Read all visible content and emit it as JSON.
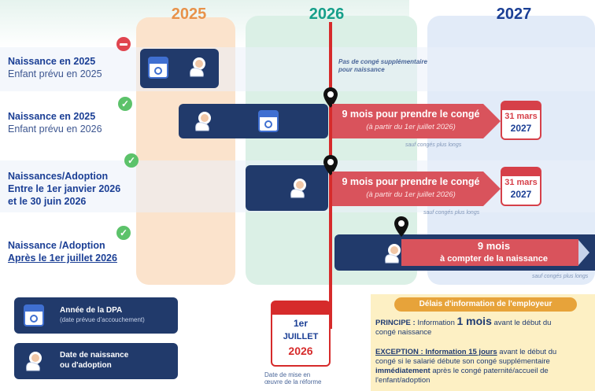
{
  "years": [
    "2025",
    "2026",
    "2027"
  ],
  "rows": [
    {
      "title": "Naissance en 2025",
      "subtitle": "Enfant prévu en 2025",
      "status": "no-entry-icon"
    },
    {
      "title": "Naissance en 2025",
      "subtitle": "Enfant prévu en 2026",
      "status": "check-icon"
    },
    {
      "title": "Naissances/Adoption",
      "line2": "Entre le 1er janvier 2026",
      "line3": "et le 30 juin 2026",
      "status": "check-icon"
    },
    {
      "title": "Naissance /Adoption",
      "line2": "Après le 1er juillet 2026",
      "status": "check-icon"
    }
  ],
  "row1_note_a": "Pas de congé supplémentaire",
  "row1_note_b": "pour naissance",
  "arrow_main": "9 mois pour prendre le congé",
  "arrow_sub": "(à partir du 1er juillet 2026)",
  "end_day": "31 mars",
  "end_year": "2027",
  "except_note": "sauf congés plus longs",
  "row4_arrow_a": "9 mois",
  "row4_arrow_b": "à compter de la naissance",
  "reform_cal": {
    "day": "1er",
    "month": "JUILLET",
    "year": "2026"
  },
  "reform_caption_a": "Date de mise en",
  "reform_caption_b": "œuvre de la réforme",
  "legend": [
    {
      "title": "Année de la DPA",
      "subtitle": "(date prévue d'accouchement)",
      "icon": "calendar-icon"
    },
    {
      "title": "Date de naissance",
      "subtitle": "ou d'adoption",
      "icon": "baby-icon"
    }
  ],
  "info": {
    "header": "Délais d'information de l'employeur",
    "principe_kw": "PRINCIPE :",
    "principe_a": " Information ",
    "principe_big": "1 mois",
    "principe_b": " avant le début du",
    "principe_c": "congé naissance",
    "exception_kw": "EXCEPTION : Information 15 jours",
    "exception_a": " avant le début du",
    "exception_b": "congé si le salarié débute son congé supplémentaire",
    "exception_imm": "immédiatement",
    "exception_c": " après le congé paternité/accueil de",
    "exception_d": "l'enfant/adoption"
  },
  "colors": {
    "y2025": "#e8924a",
    "y2026": "#169f8a",
    "y2027": "#1b3f95",
    "navy": "#213a6b",
    "red": "#d9535c",
    "timeline": "#d62b2b"
  }
}
